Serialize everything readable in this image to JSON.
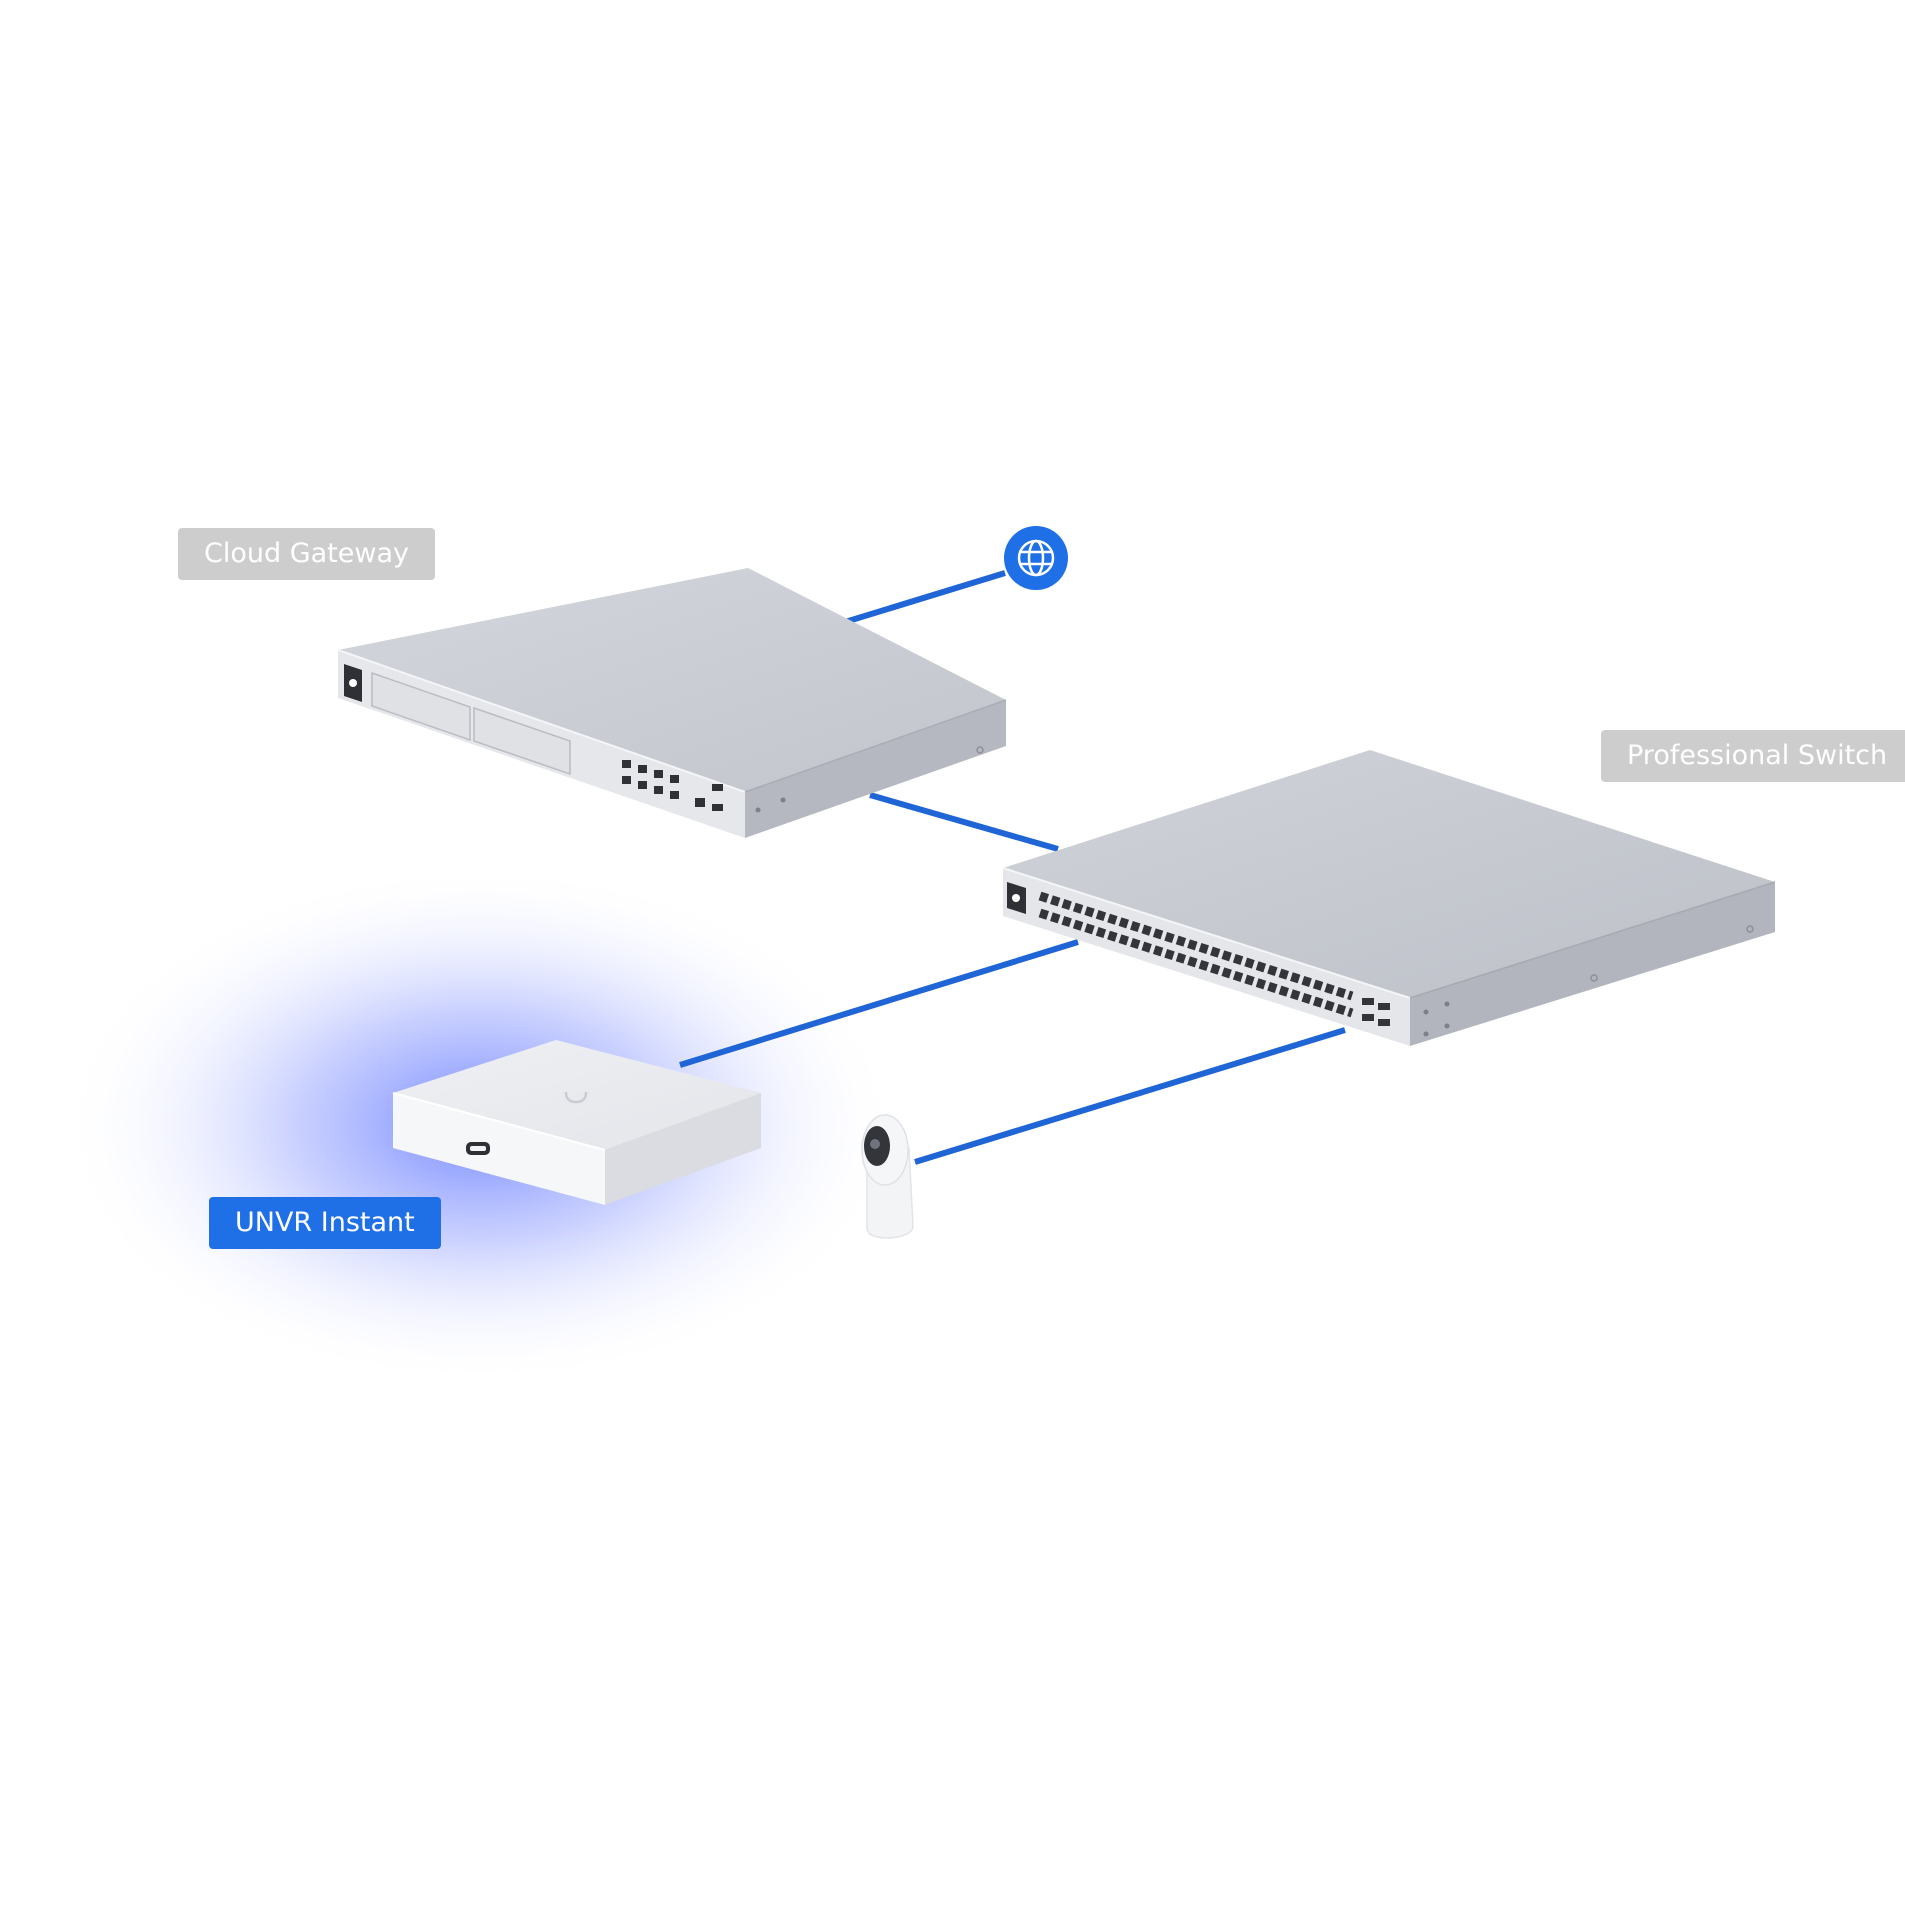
{
  "labels": {
    "cloud_gateway": "Cloud Gateway",
    "professional_switch": "Professional Switch",
    "unvr_instant": "UNVR Instant"
  },
  "icons": {
    "internet": "globe-icon"
  },
  "colors": {
    "link": "#2065d6",
    "accent_blue": "#1f6fe6",
    "label_gray": "#cdcdcd",
    "glow": "#4a64ff"
  }
}
